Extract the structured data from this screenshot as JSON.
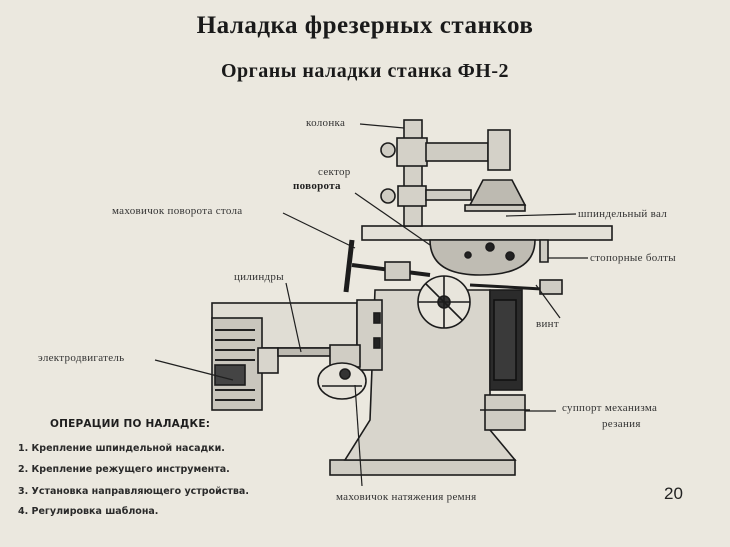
{
  "title": "Наладка фрезерных станков",
  "subtitle": "Органы наладки станка ФН-2",
  "labels": {
    "kolonka": "колонка",
    "sektor_1": "сектор",
    "sektor_2": "поворота",
    "makhovichok_stola": "маховичок поворота стола",
    "shpindelny_val": "шпиндельный вал",
    "tsilindry": "цилиндры",
    "stopornye_bolty": "стопорные болты",
    "vint": "винт",
    "elektrodvigatel": "электродвигатель",
    "support_1": "суппорт механизма",
    "support_2": "резания",
    "makhovichok_remnya": "маховичок натяжения ремня"
  },
  "operations": {
    "heading": "ОПЕРАЦИИ ПО НАЛАДКЕ:",
    "items": [
      "1. Крепление шпиндельной насадки.",
      "2. Крепление режущего инструмента.",
      "3. Установка направляющего устройства.",
      "4. Регулировка шаблона."
    ]
  },
  "page_number": "20",
  "colors": {
    "paper": "#ebe8df",
    "ink": "#1b1b1b",
    "machine_fill": "#d9d6cd",
    "dark_fill": "#2b2b2b"
  }
}
